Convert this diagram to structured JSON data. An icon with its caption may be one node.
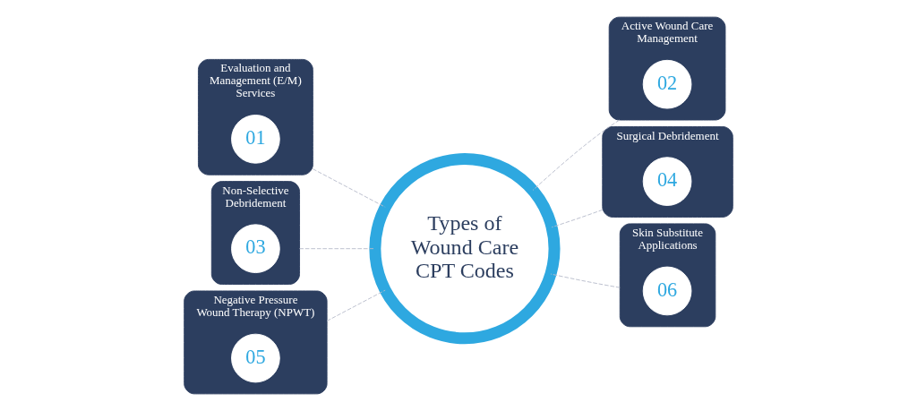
{
  "diagram": {
    "nodes": [
      {
        "text": [
          "Evaluation and Management (E/M) Services"
        ]
      },
      {
        "text": [
          "01"
        ],
        "in": 0
      },
      {
        "text": [
          "Active Wound Care Management"
        ]
      },
      {
        "text": [
          "02"
        ],
        "in": 2
      },
      {
        "text": [
          "Types of Wound Care CPT Codes"
        ]
      },
      {
        "text": [
          "Non-Selective Debridement"
        ]
      },
      {
        "text": [
          "03"
        ],
        "in": 5
      },
      {
        "text": [
          "Surgical Debridement"
        ]
      },
      {
        "text": [
          "04"
        ],
        "in": 7
      },
      {
        "text": [
          "Negative Pressure Wound Therapy (NPWT)"
        ]
      },
      {
        "text": [
          "05"
        ],
        "in": 9
      },
      {
        "text": [
          "Skin Substitute Applications"
        ]
      },
      {
        "text": [
          "06"
        ],
        "in": 11
      }
    ],
    "edges": [
      {
        "from": 0,
        "to": 4,
        "arrow": "none",
        "style": "dashed"
      },
      {
        "from": 2,
        "to": 4,
        "arrow": "none",
        "style": "dashed"
      },
      {
        "from": 5,
        "to": 4,
        "arrow": "none",
        "style": "dashed"
      },
      {
        "from": 7,
        "to": 4,
        "arrow": "none",
        "style": "dashed"
      },
      {
        "from": 9,
        "to": 4,
        "arrow": "none",
        "style": "dashed"
      },
      {
        "from": 11,
        "to": 4,
        "arrow": "none",
        "style": "dashed"
      }
    ]
  }
}
